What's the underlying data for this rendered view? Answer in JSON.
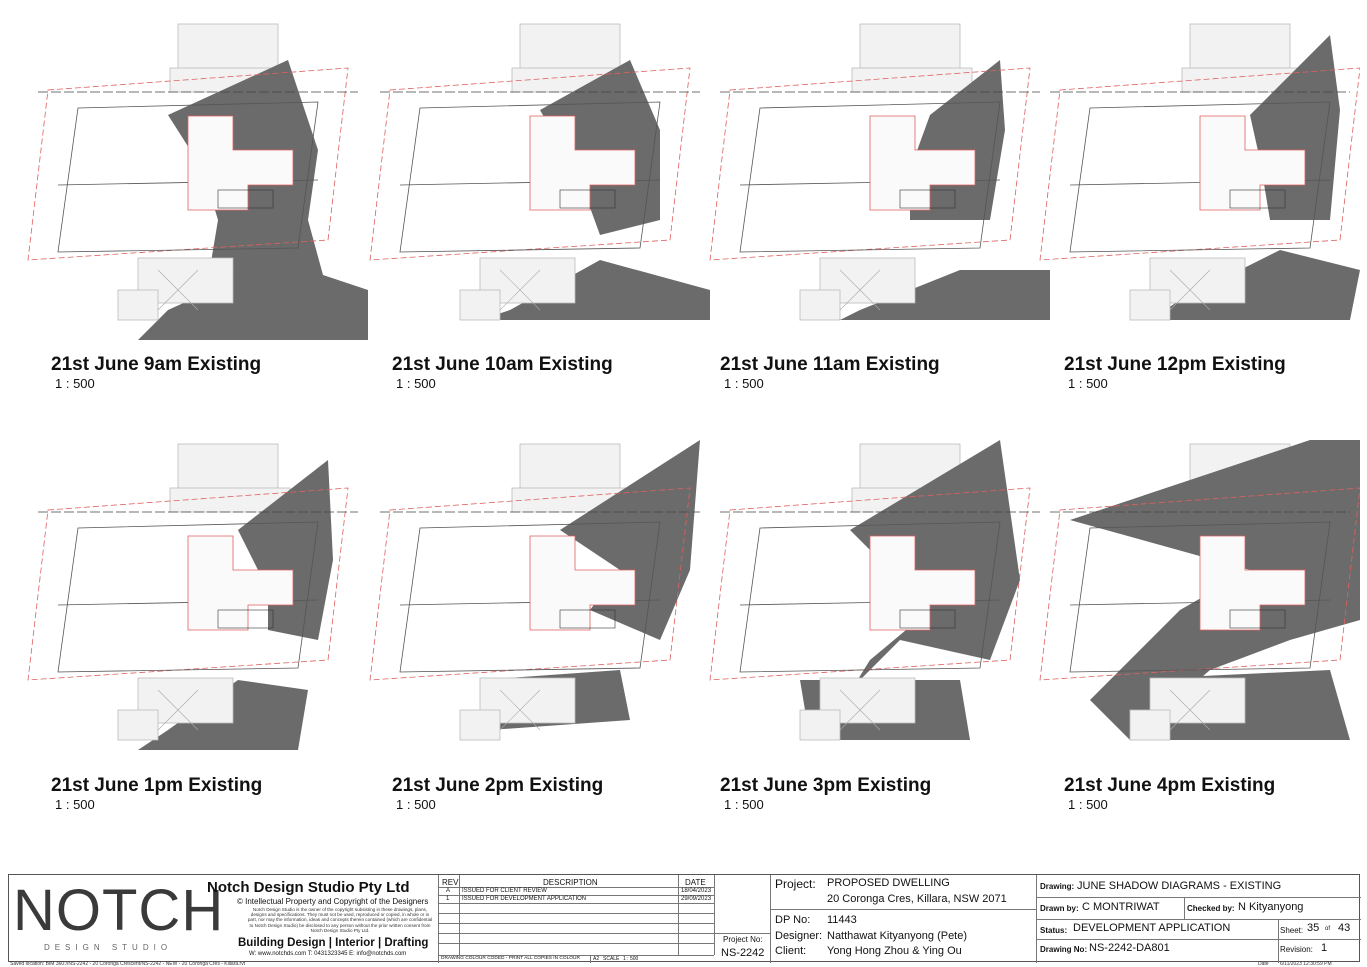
{
  "diagrams": [
    {
      "title": "21st June 9am Existing",
      "scale": "1 : 500"
    },
    {
      "title": "21st June 10am Existing",
      "scale": "1 : 500"
    },
    {
      "title": "21st June 11am Existing",
      "scale": "1 : 500"
    },
    {
      "title": "21st June 12pm Existing",
      "scale": "1 : 500"
    },
    {
      "title": "21st June 1pm Existing",
      "scale": "1 : 500"
    },
    {
      "title": "21st June 2pm Existing",
      "scale": "1 : 500"
    },
    {
      "title": "21st June 3pm Existing",
      "scale": "1 : 500"
    },
    {
      "title": "21st June 4pm Existing",
      "scale": "1 : 500"
    }
  ],
  "company": {
    "logo_text": "NOTCH",
    "logo_sub": "DESIGN STUDIO",
    "name": "Notch Design Studio Pty Ltd",
    "copyright": "© Intellectual Property and Copyright of the Designers",
    "disclaimer": "Notch Design Studio is the owner of the copyright subsisting in these drawings, plans, designs and specifications. They must not be used, reproduced or copied, in whole or in part, nor may the information, ideas and concepts therein contained (which are confidential to Notch Design Studio) be disclosed to any person without the prior written consent from Notch Design Studio Pty Ltd.",
    "services": "Building Design | Interior | Drafting",
    "contact": "W: www.notchds.com  T: 0431323345  E: info@notchds.com"
  },
  "saved_location": "Saved location:  BIM 360://NS-2242 - 20 Coronga Crescent/NS-2242 - NEW - 20 Coronga Cres - Killara.rvt",
  "revisions": {
    "headers": [
      "REV",
      "DESCRIPTION",
      "DATE"
    ],
    "rows": [
      {
        "rev": "A",
        "desc": "ISSUED FOR CLIENT REVIEW",
        "date": "18/04/2023"
      },
      {
        "rev": "1",
        "desc": "ISSUED FOR DEVELOPMENT APPLICATION",
        "date": "29/09/2023"
      }
    ],
    "note": "DRAWING COLOUR CODED - PRINT ALL COPIES IN COLOUR",
    "paper": "A2",
    "scale_label": "SCALE",
    "scale": "1 : 500"
  },
  "project_no_label": "Project No:",
  "project_no": "NS-2242",
  "project": {
    "project_label": "Project:",
    "project_name": "PROPOSED DWELLING",
    "address": "20 Coronga Cres, Killara, NSW 2071",
    "dp_label": "DP No:",
    "dp": "11443",
    "designer_label": "Designer:",
    "designer": "Natthawat Kityanyong (Pete)",
    "client_label": "Client:",
    "client": "Yong Hong Zhou & Ying Ou"
  },
  "drawing": {
    "drawing_label": "Drawing:",
    "drawing_title": "JUNE SHADOW DIAGRAMS - EXISTING",
    "drawn_label": "Drawn by:",
    "drawn_by": "C MONTRIWAT",
    "checked_label": "Checked by:",
    "checked_by": "N Kityanyong",
    "status_label": "Status:",
    "status": "DEVELOPMENT APPLICATION",
    "sheet_label": "Sheet:",
    "sheet": "35",
    "of_label": "of",
    "sheet_total": "43",
    "number_label": "Drawing No:",
    "number": "NS-2242-DA801",
    "revision_label": "Revision:",
    "revision": "1",
    "date_label": "Date",
    "date": "6/11/2023 12:30:59 PM"
  },
  "colors": {
    "shadow": "#6b6b6b",
    "boundary": "#e06060",
    "building": "#f2f2f2"
  }
}
